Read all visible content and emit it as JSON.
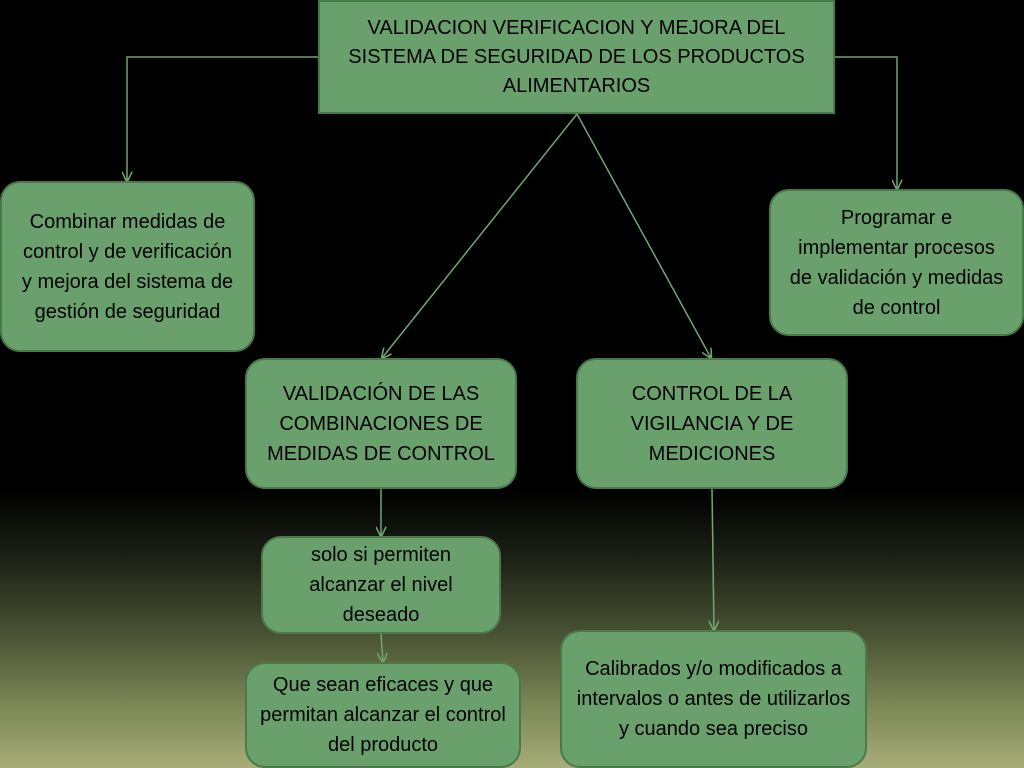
{
  "diagram": {
    "title": "VALIDACION VERIFICACION Y MEJORA DEL SISTEMA DE SEGURIDAD DE LOS PRODUCTOS ALIMENTARIOS",
    "nodes": {
      "combinar": "Combinar medidas de control y de verificación  y mejora del sistema de gestión de seguridad",
      "programar": "Programar e implementar procesos de validación y medidas de control",
      "validacion": "VALIDACIÓN DE LAS COMBINACIONES DE MEDIDAS DE CONTROL",
      "control": "CONTROL DE LA VIGILANCIA Y DE MEDICIONES",
      "solo_si": "solo si permiten alcanzar el nivel deseado",
      "eficaces": "Que sean eficaces y que permitan alcanzar el control del producto",
      "calibrados": "Calibrados y/o modificados a intervalos o antes de utilizarlos y cuando sea preciso"
    },
    "colors": {
      "node_fill": "#6aa06c",
      "node_border": "#497a4b",
      "connector": "#6fa870"
    }
  }
}
